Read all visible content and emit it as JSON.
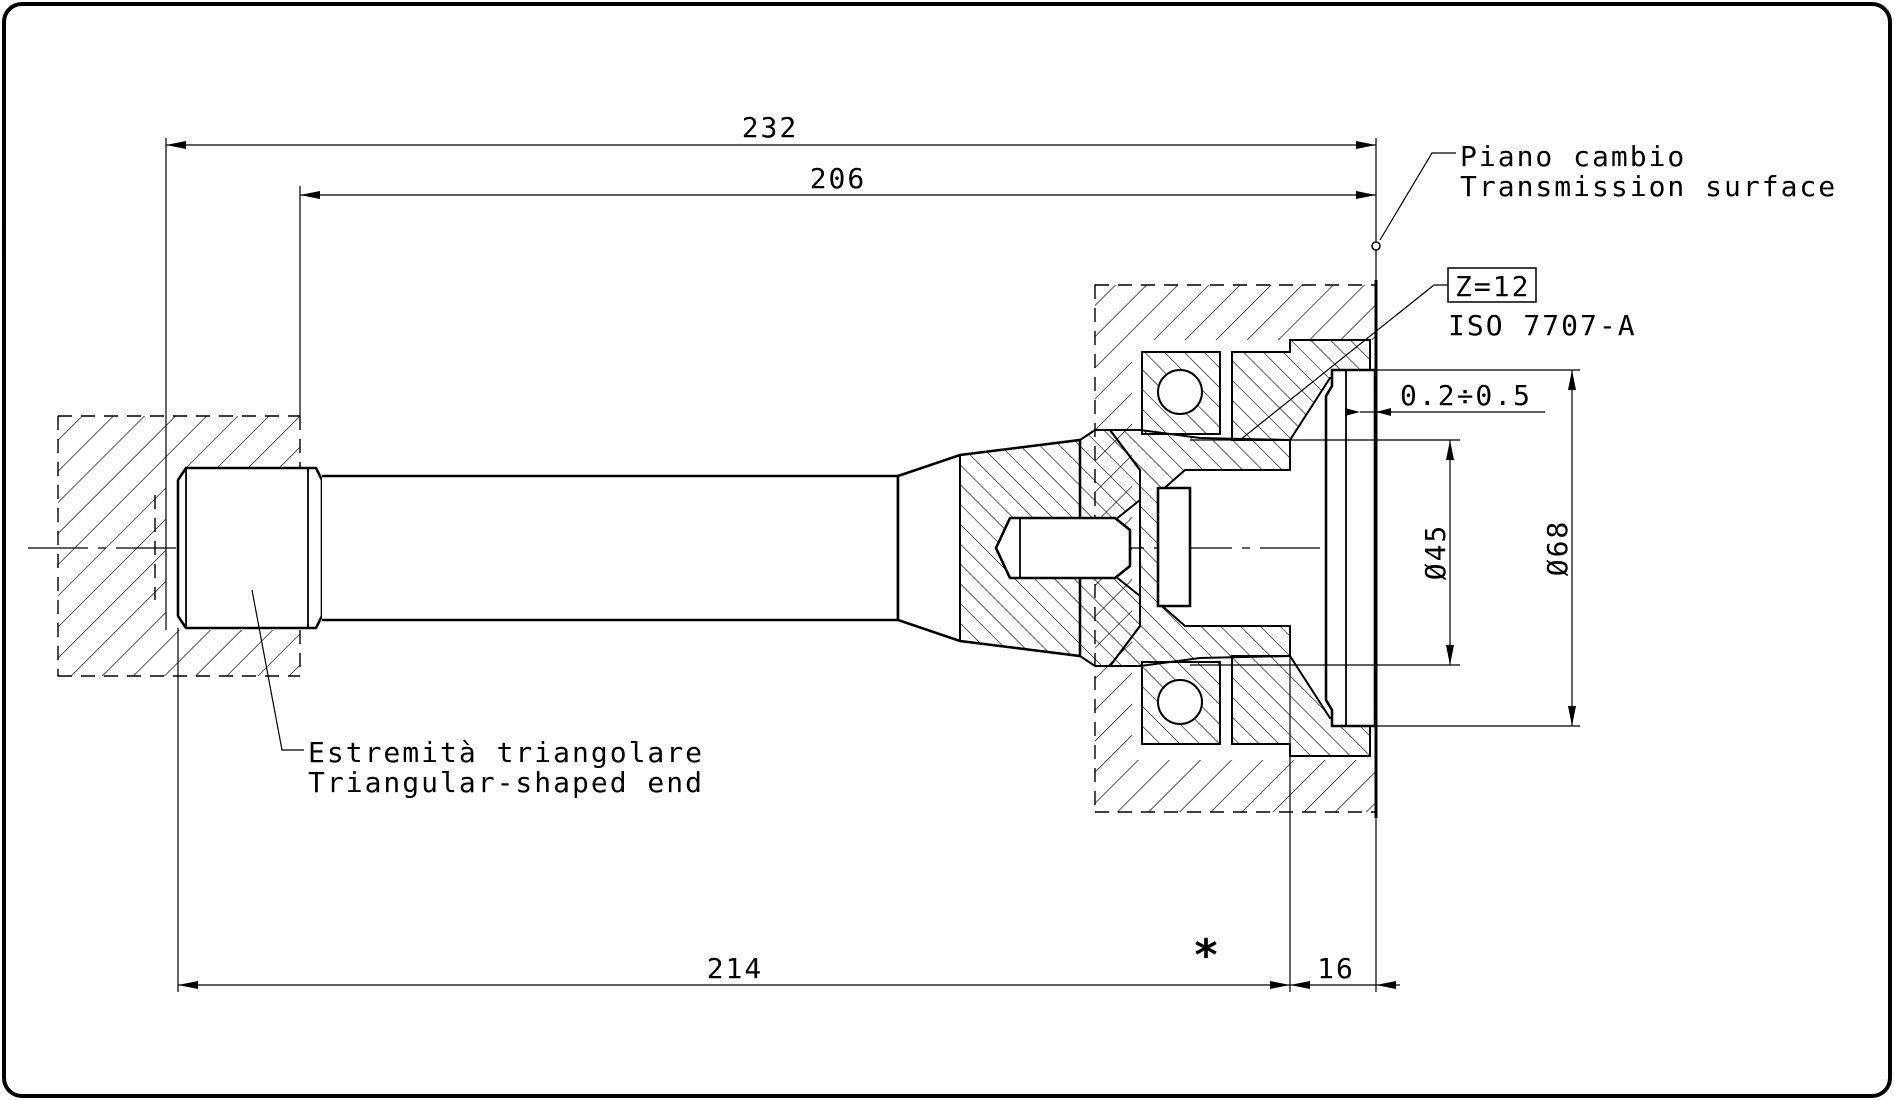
{
  "dimensions": {
    "overall_length": "232",
    "shaft_to_surface": "206",
    "bottom_length": "214",
    "flange_width": "16",
    "gap": "0.2÷0.5",
    "dia_inner": "Ø45",
    "dia_outer": "Ø68"
  },
  "labels": {
    "surface_it": "Piano cambio",
    "surface_en": "Transmission surface",
    "spline_teeth": "Z=12",
    "spline_standard": "ISO 7707-A",
    "end_it": "Estremità triangolare",
    "end_en": "Triangular-shaped end",
    "note_marker": "*"
  }
}
